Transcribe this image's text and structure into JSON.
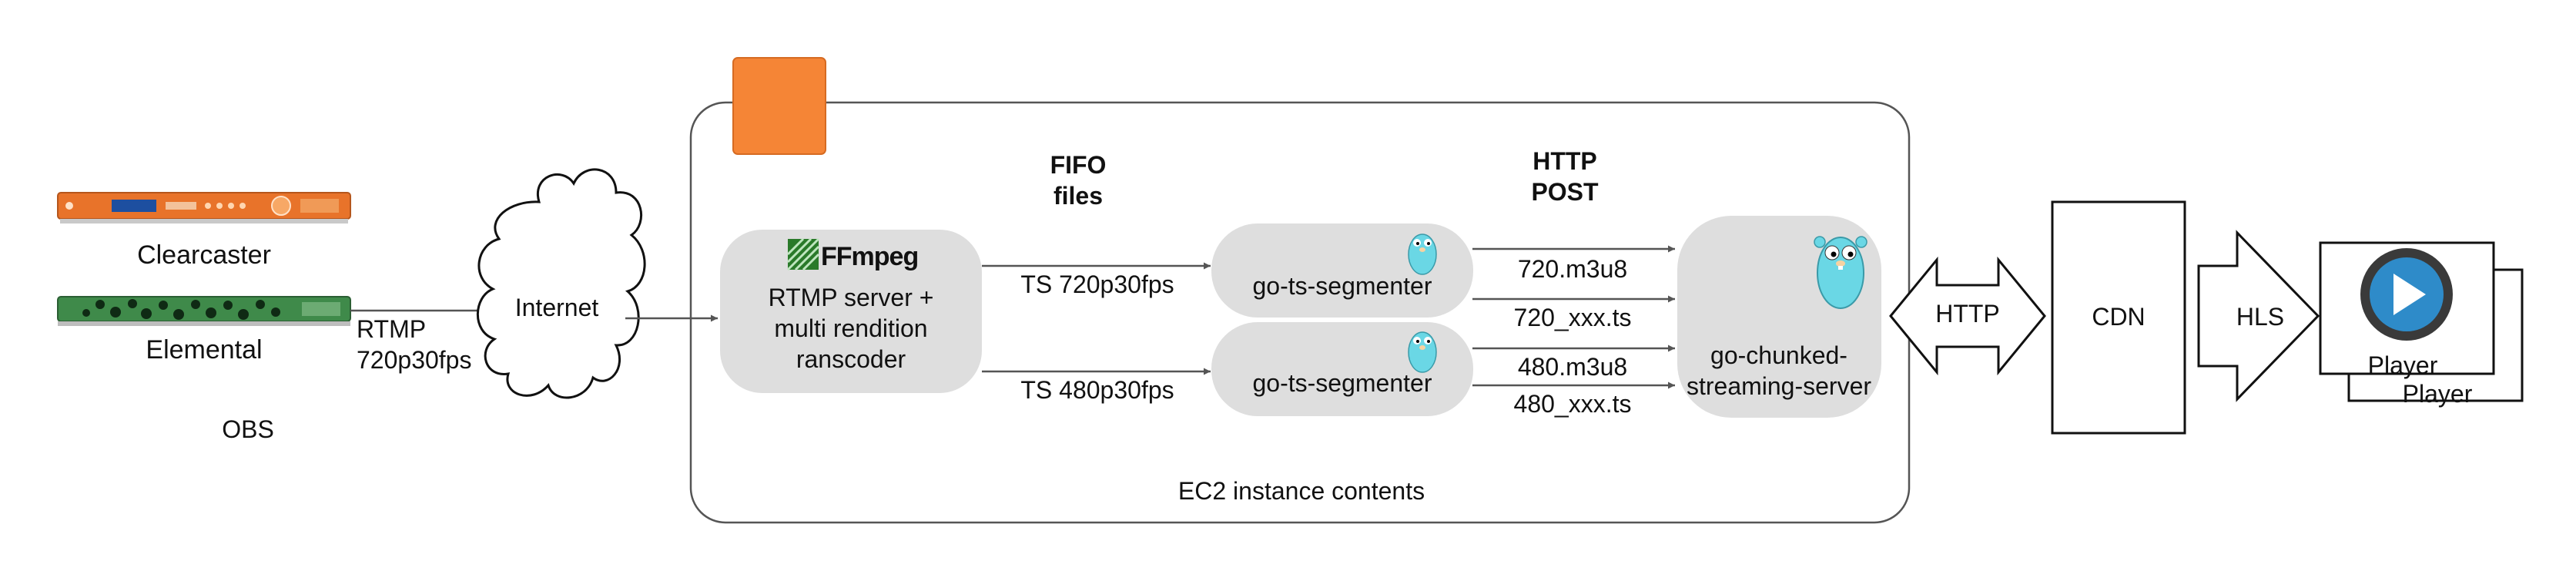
{
  "sources": {
    "clearcaster": "Clearcaster",
    "elemental": "Elemental",
    "obs": "OBS",
    "rtmp_line1": "RTMP",
    "rtmp_line2": "720p30fps"
  },
  "internet": "Internet",
  "ec2": {
    "caption": "EC2 instance contents",
    "fifo_line1": "FIFO",
    "fifo_line2": "files",
    "http_post_line1": "HTTP",
    "http_post_line2": "POST"
  },
  "ffmpeg": {
    "logo_text": "FFmpeg",
    "line1": "RTMP server +",
    "line2": "multi rendition",
    "line3": "ranscoder"
  },
  "streams": {
    "ts_720": "TS 720p30fps",
    "ts_480": "TS 480p30fps"
  },
  "segmenters": {
    "top": "go-ts-segmenter",
    "bottom": "go-ts-segmenter"
  },
  "files": {
    "m3u8_720": "720.m3u8",
    "ts_720": "720_xxx.ts",
    "m3u8_480": "480.m3u8",
    "ts_480": "480_xxx.ts"
  },
  "server": {
    "line1": "go-chunked-",
    "line2": "streaming-server"
  },
  "http": "HTTP",
  "cdn": "CDN",
  "hls": "HLS",
  "players": {
    "front": "Player",
    "back": "Player"
  },
  "colors": {
    "aws_orange": "#f58536",
    "pill_gray": "#dedede",
    "gopher_blue": "#6ad7e5",
    "ffmpeg_green": "#2a7a2a",
    "play_blue": "#2e8bc9",
    "clearcaster_orange": "#e8732a",
    "elemental_green": "#3f8a4a"
  }
}
